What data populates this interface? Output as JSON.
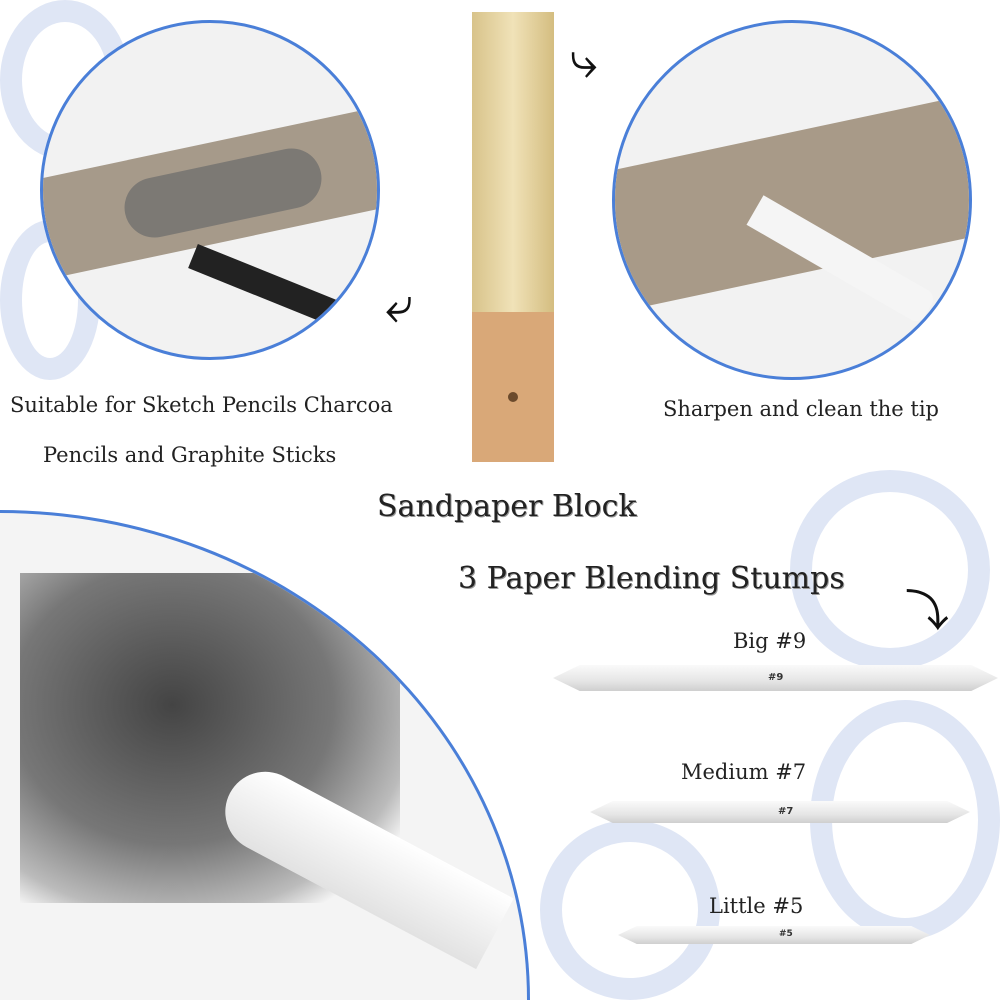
{
  "captions": {
    "left_line1": "Suitable for Sketch Pencils Charcoa",
    "left_line2": "Pencils and Graphite Sticks",
    "right": "Sharpen and clean the tip"
  },
  "titles": {
    "sandpaper": "Sandpaper Block",
    "stumps": "3 Paper Blending Stumps"
  },
  "stumps": [
    {
      "size_label": "Big  #9",
      "mark": "#9"
    },
    {
      "size_label": "Medium #7",
      "mark": "#7"
    },
    {
      "size_label": "Little  #5",
      "mark": "#5"
    }
  ],
  "colors": {
    "circle_border": "#4a7fd8",
    "decor": "#dfe6f5"
  }
}
